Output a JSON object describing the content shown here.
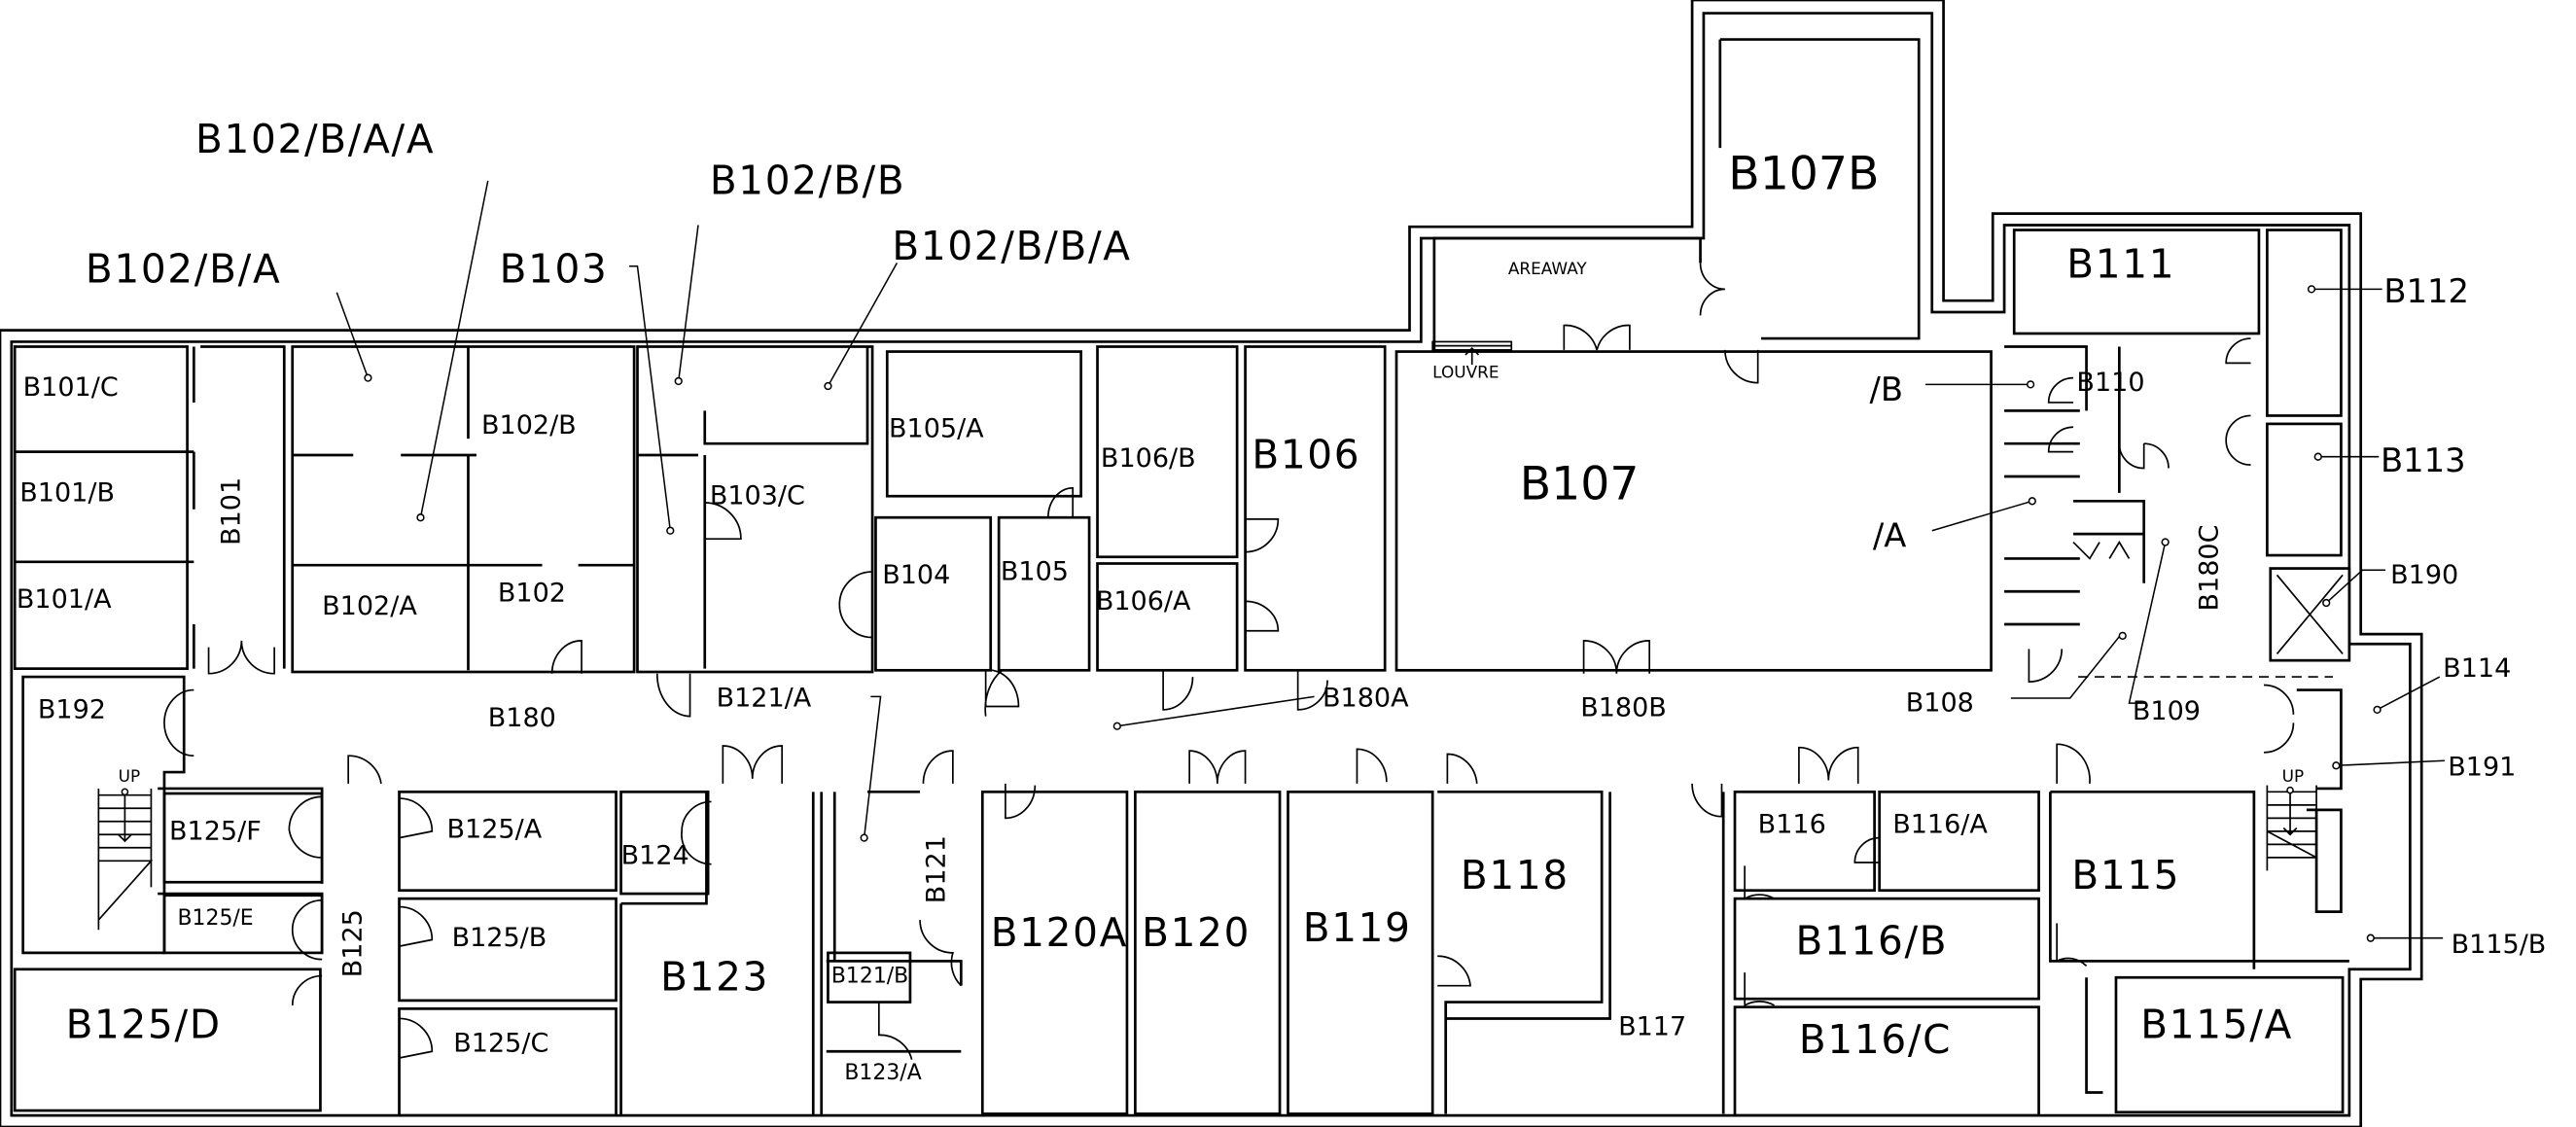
{
  "plan": {
    "colors": {
      "line": "#000000",
      "background": "#ffffff"
    },
    "rooms": {
      "b101a": "B101/A",
      "b101b": "B101/B",
      "b101c": "B101/C",
      "b101": "B101",
      "b102": "B102",
      "b102a": "B102/A",
      "b102b": "B102/B",
      "b102ba": "B102/B/A",
      "b102baa": "B102/B/A/A",
      "b102bb": "B102/B/B",
      "b102bba": "B102/B/B/A",
      "b103": "B103",
      "b103c": "B103/C",
      "b104": "B104",
      "b105": "B105",
      "b105a": "B105/A",
      "b106": "B106",
      "b106a": "B106/A",
      "b106b": "B106/B",
      "b107": "B107",
      "b107a": "/A",
      "b107b_sub": "/B",
      "b107b": "B107B",
      "b108": "B108",
      "b109": "B109",
      "b110": "B110",
      "b111": "B111",
      "b112": "B112",
      "b113": "B113",
      "b114": "B114",
      "b115": "B115",
      "b115a": "B115/A",
      "b115b": "B115/B",
      "b116": "B116",
      "b116a": "B116/A",
      "b116b": "B116/B",
      "b116c": "B116/C",
      "b117": "B117",
      "b118": "B118",
      "b119": "B119",
      "b120": "B120",
      "b120a": "B120A",
      "b121": "B121",
      "b121a": "B121/A",
      "b121b": "B121/B",
      "b123": "B123",
      "b123a": "B123/A",
      "b124": "B124",
      "b125": "B125",
      "b125a": "B125/A",
      "b125b": "B125/B",
      "b125c": "B125/C",
      "b125d": "B125/D",
      "b125e": "B125/E",
      "b125f": "B125/F",
      "b180": "B180",
      "b180a": "B180A",
      "b180b": "B180B",
      "b180c": "B180C",
      "b190": "B190",
      "b191": "B191",
      "b192": "B192"
    },
    "annotations": {
      "areaway": "AREAWAY",
      "louvre": "LOUVRE",
      "stair_up_left": "UP",
      "stair_up_right": "UP"
    }
  }
}
